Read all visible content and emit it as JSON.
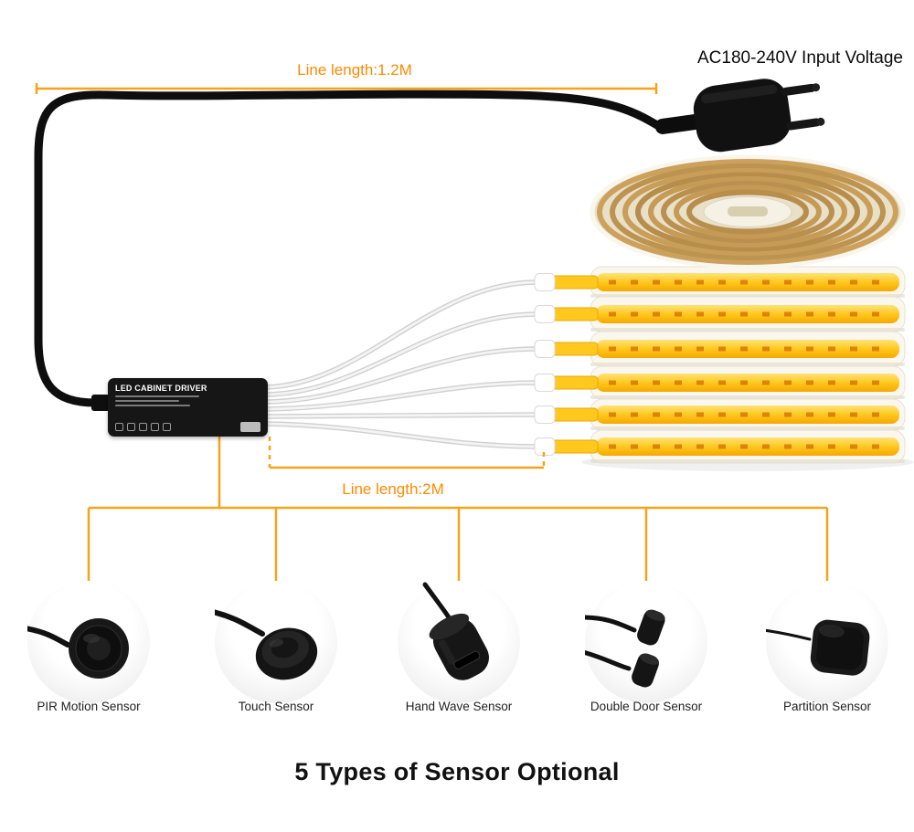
{
  "page": {
    "heading": "5 Types of Sensor Optional"
  },
  "annotations": {
    "input_voltage": "AC180-240V Input Voltage",
    "line_length_power": "Line length:1.2M",
    "line_length_sensor": "Line length:2M"
  },
  "driver": {
    "label": "LED CABINET DRIVER"
  },
  "sensors": [
    {
      "label": "PIR Motion Sensor"
    },
    {
      "label": "Touch Sensor"
    },
    {
      "label": "Hand Wave Sensor"
    },
    {
      "label": "Double Door Sensor"
    },
    {
      "label": "Partition Sensor"
    }
  ],
  "colors": {
    "accent_orange": "#F6A31C",
    "label_orange": "#FF8A00",
    "strip_yellow": "#FFC81E",
    "cable_black": "#111111",
    "strip_core_tan": "#C49A55"
  }
}
